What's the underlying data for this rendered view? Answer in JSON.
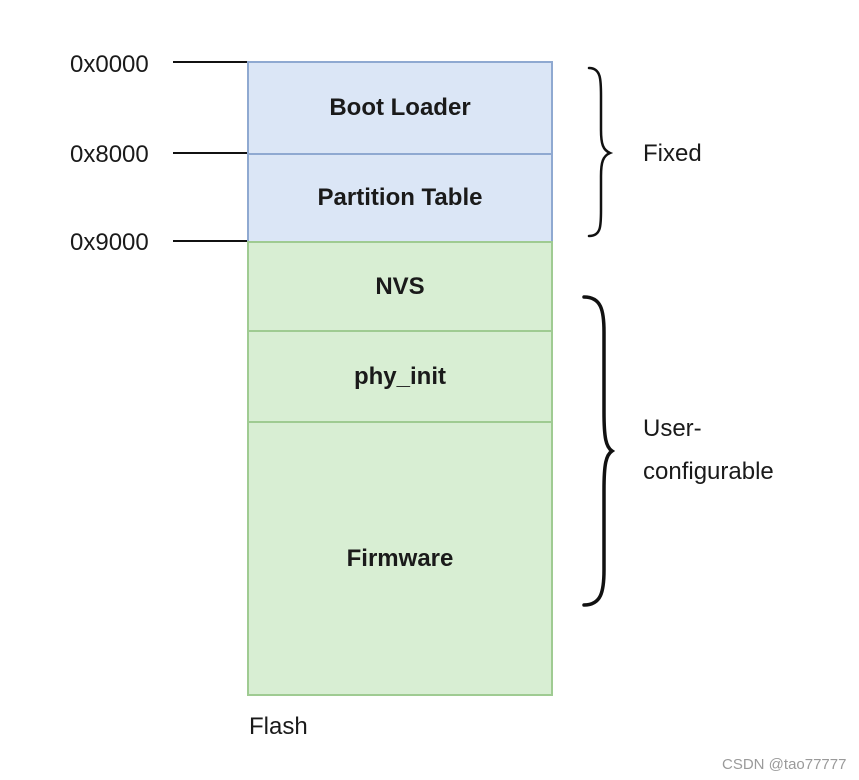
{
  "addresses": [
    "0x0000",
    "0x8000",
    "0x9000"
  ],
  "partitions": [
    {
      "label": "Boot Loader",
      "color": "#dbe6f6"
    },
    {
      "label": "Partition Table",
      "color": "#dbe6f6"
    },
    {
      "label": "NVS",
      "color": "#d8eed3"
    },
    {
      "label": "phy_init",
      "color": "#d8eed3"
    },
    {
      "label": "Firmware",
      "color": "#d8eed3"
    }
  ],
  "groups": {
    "fixed": "Fixed",
    "user_configurable_line1": "User-",
    "user_configurable_line2": "configurable"
  },
  "flash_label": "Flash",
  "watermark": "CSDN @tao77777"
}
